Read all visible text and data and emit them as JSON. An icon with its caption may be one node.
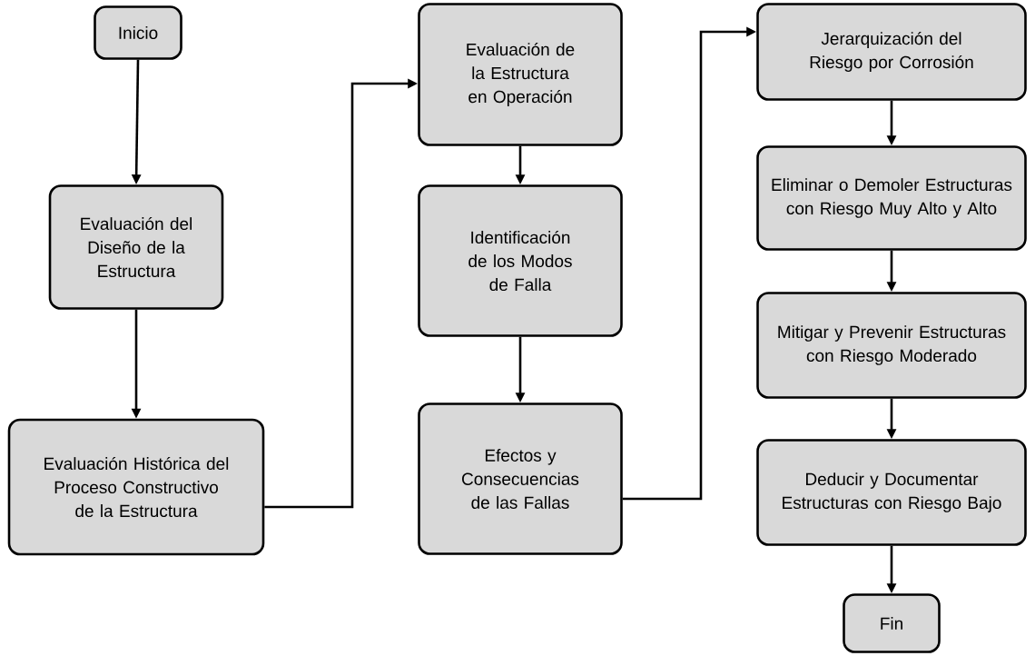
{
  "diagram": {
    "nodes": [
      {
        "text": [
          "Inicio"
        ]
      },
      {
        "text": [
          "Evaluación del Diseño de la Estructura"
        ]
      },
      {
        "text": [
          "Evaluación Histórica del Proceso Constructivo de la Estructura"
        ]
      },
      {
        "text": [
          "Evaluación de la Estructura en Operación"
        ]
      },
      {
        "text": [
          "Identificación de los Modos de Falla"
        ]
      },
      {
        "text": [
          "Efectos y Consecuencias de las Fallas"
        ]
      },
      {
        "text": [
          "Jerarquización del Riesgo por Corrosión"
        ]
      },
      {
        "text": [
          "Eliminar o Demoler Estructuras con Riesgo Muy Alto y Alto"
        ]
      },
      {
        "text": [
          "Mitigar y Prevenir Estructuras con Riesgo Moderado"
        ]
      },
      {
        "text": [
          "Deducir y Documentar Estructuras con Riesgo Bajo"
        ]
      },
      {
        "text": [
          "Fin"
        ]
      }
    ],
    "edges": [
      {
        "from": 0,
        "to": 1,
        "arrow": "to"
      },
      {
        "from": 1,
        "to": 2,
        "arrow": "to"
      },
      {
        "from": 2,
        "to": 3,
        "arrow": "to"
      },
      {
        "from": 3,
        "to": 4,
        "arrow": "to"
      },
      {
        "from": 4,
        "to": 5,
        "arrow": "to"
      },
      {
        "from": 5,
        "to": 6,
        "arrow": "to"
      },
      {
        "from": 6,
        "to": 7,
        "arrow": "to"
      },
      {
        "from": 7,
        "to": 8,
        "arrow": "to"
      },
      {
        "from": 8,
        "to": 9,
        "arrow": "to"
      },
      {
        "from": 9,
        "to": 10,
        "arrow": "to"
      }
    ]
  }
}
